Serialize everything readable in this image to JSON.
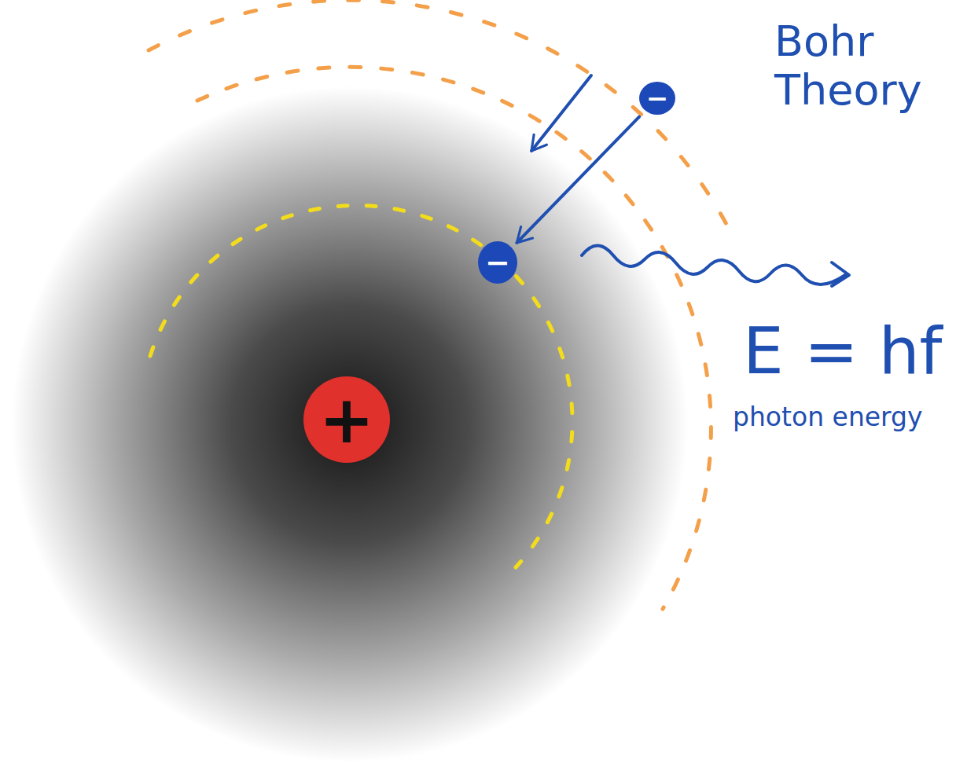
{
  "diagram": {
    "nodes": [
      {
        "text": [
          "+"
        ]
      },
      {
        "text": [
          "−"
        ]
      },
      {
        "text": [
          "−"
        ]
      }
    ],
    "edges": [
      {
        "from": 1,
        "to": 2,
        "arrow": "to"
      }
    ],
    "labels": [
      "Bohr Theory",
      "E = hf",
      "photon energy"
    ]
  }
}
